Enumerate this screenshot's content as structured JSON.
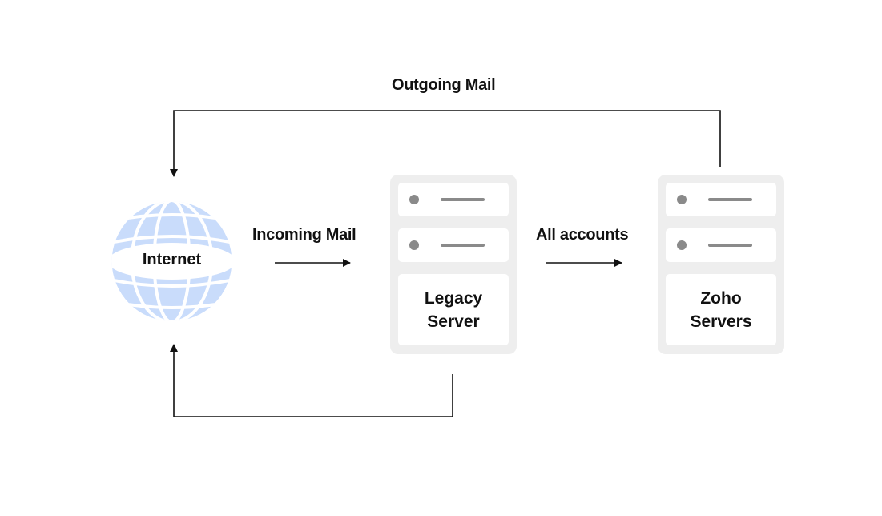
{
  "labels": {
    "outgoing": "Outgoing Mail",
    "incoming": "Incoming Mail",
    "all_accounts": "All accounts"
  },
  "nodes": {
    "internet": {
      "label": "Internet",
      "icon": "globe-icon"
    },
    "legacy": {
      "line1": "Legacy",
      "line2": "Server",
      "icon": "server-icon"
    },
    "zoho": {
      "line1": "Zoho",
      "line2": "Servers",
      "icon": "server-icon"
    }
  },
  "colors": {
    "globe": "#c9dcfb",
    "server_bg": "#eeeeee",
    "indicator": "#8a8a8a",
    "line": "#111111"
  }
}
